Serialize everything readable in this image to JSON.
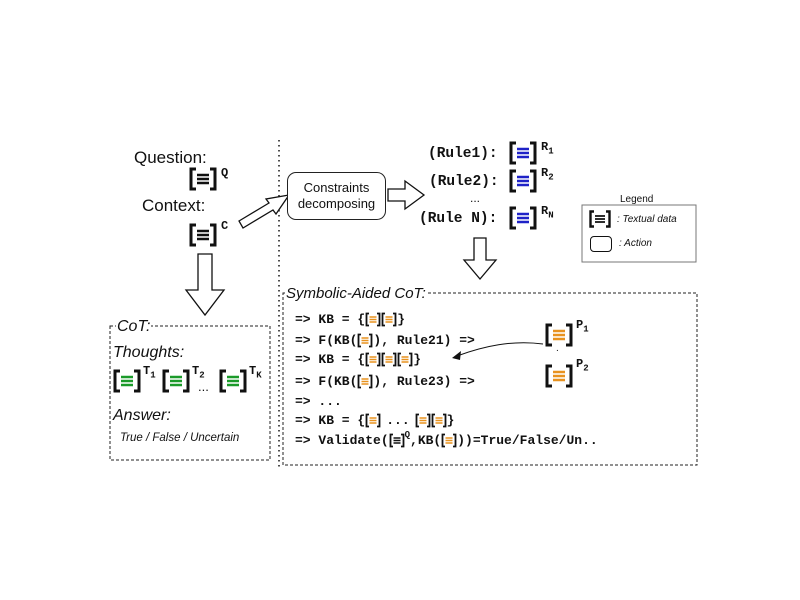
{
  "question_label": "Question:",
  "context_label": "Context:",
  "q_sup": "Q",
  "c_sup": "C",
  "action_box": {
    "line1": "Constraints",
    "line2": "decomposing"
  },
  "rules": [
    {
      "label": "(Rule1):",
      "sup_letter": "R",
      "sub": "1"
    },
    {
      "label": "(Rule2):",
      "sup_letter": "R",
      "sub": "2"
    },
    {
      "label": "(Rule N):",
      "sup_letter": "R",
      "sub": "N"
    }
  ],
  "rules_ellipsis": "...",
  "legend": {
    "title": "Legend",
    "textual": ": Textual data",
    "action": ": Action"
  },
  "cot": {
    "title": "CoT:",
    "thoughts_label": "Thoughts:",
    "thought_sups": [
      {
        "letter": "T",
        "sub": "1"
      },
      {
        "letter": "T",
        "sub": "2"
      },
      {
        "letter": "T",
        "sub": "K"
      }
    ],
    "thoughts_ellipsis": "...",
    "answer_label": "Answer:",
    "answer_value": "True / False / Uncertain"
  },
  "symbolic": {
    "title": "Symbolic-Aided CoT:",
    "lines": [
      {
        "prefix": "=> KB = {",
        "suffix": "}"
      },
      {
        "prefix": "=> F(KB(",
        "suffix": "), Rule21) =>"
      },
      {
        "prefix": "=> KB = {",
        "suffix": "}"
      },
      {
        "prefix": "=> F(KB(",
        "suffix": "), Rule23) =>"
      },
      {
        "prefix": "=> ...",
        "suffix": ""
      },
      {
        "prefix": "=> KB = {",
        "mid": "...",
        "suffix": "}"
      },
      {
        "prefix": "=> Validate(",
        "q_sup": "Q",
        "mid": ",KB(",
        "suffix": "))=True/False/Un.."
      }
    ],
    "p_labels": [
      {
        "letter": "P",
        "sub": "1"
      },
      {
        "letter": "P",
        "sub": "2"
      }
    ],
    "p_dot": "."
  },
  "colors": {
    "black": "#111111",
    "blue": "#1f22c7",
    "green": "#1b9a2a",
    "orange": "#e8921f"
  }
}
